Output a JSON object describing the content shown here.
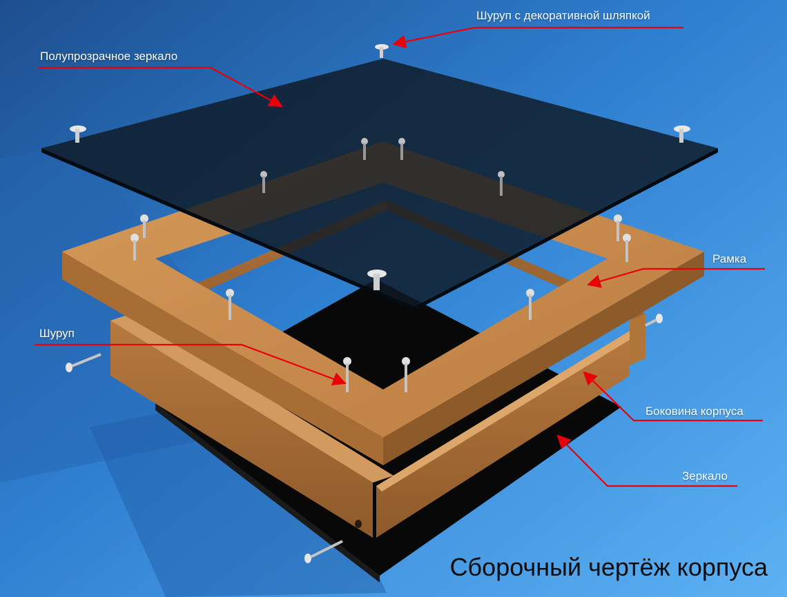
{
  "title": "Сборочный чертёж корпуса",
  "labels": {
    "decorative_screw": "Шуруп с декоративной шляпкой",
    "semi_mirror": "Полупрозрачное зеркало",
    "frame": "Рамка",
    "screw": "Шуруп",
    "side_panel": "Боковина корпуса",
    "mirror": "Зеркало"
  },
  "colors": {
    "background": "#2b73c2",
    "leader_line": "#e8000a",
    "wood": "#c98a4b",
    "glass": "#0f1a24"
  }
}
